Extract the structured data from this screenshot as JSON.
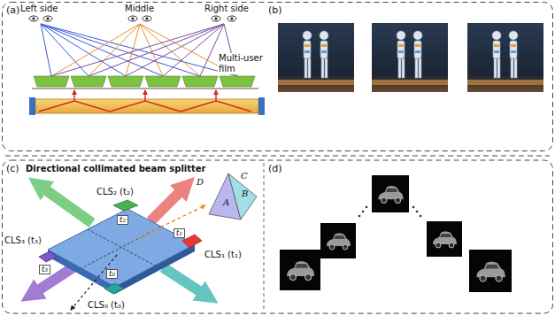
{
  "diagram": {
    "labels": [
      "(a)",
      "Left side",
      "Middle",
      "Right side",
      "Multi-user film",
      "(b)",
      "(c)",
      "Directional collimated beam splitter",
      "CLS₂ (t₂)",
      "t₂",
      "CLS₃ (t₃)",
      "t₃",
      "t₁",
      "CLS₁ (t₁)",
      "t₀",
      "CLS₀ (t₀)",
      "D",
      "C",
      "A",
      "B",
      "(d)"
    ]
  }
}
